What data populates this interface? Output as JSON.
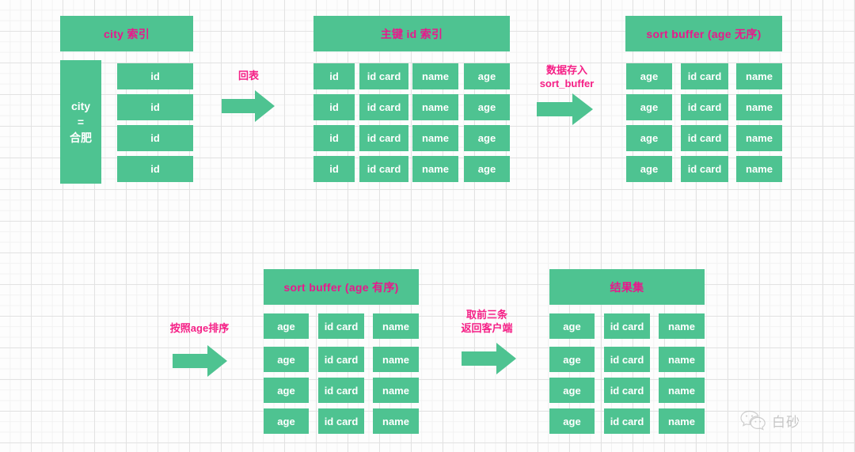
{
  "theme": {
    "box_fill": "#4ec391",
    "title_text_color": "#e8188c",
    "cell_text_color": "#ffffff",
    "arrow_color": "#4ec391",
    "arrow_label_color": "#f51f86",
    "canvas_background": "#fdfdfd",
    "grid_minor_color": "#f2f2f2",
    "grid_major_color": "#e2e2e2"
  },
  "diagram": {
    "sections": [
      {
        "id": "city-index",
        "title": "city 索引",
        "side_label": "city\n=\n合肥",
        "columns": [
          "id"
        ],
        "rows": [
          [
            "id"
          ],
          [
            "id"
          ],
          [
            "id"
          ],
          [
            "id"
          ]
        ]
      },
      {
        "id": "primary-id-index",
        "title": "主键 id 索引",
        "columns": [
          "id",
          "id card",
          "name",
          "age"
        ],
        "rows": [
          [
            "id",
            "id card",
            "name",
            "age"
          ],
          [
            "id",
            "id card",
            "name",
            "age"
          ],
          [
            "id",
            "id card",
            "name",
            "age"
          ],
          [
            "id",
            "id card",
            "name",
            "age"
          ]
        ]
      },
      {
        "id": "sort-buffer-unsorted",
        "title": "sort buffer (age 无序)",
        "columns": [
          "age",
          "id card",
          "name"
        ],
        "rows": [
          [
            "age",
            "id card",
            "name"
          ],
          [
            "age",
            "id card",
            "name"
          ],
          [
            "age",
            "id card",
            "name"
          ],
          [
            "age",
            "id card",
            "name"
          ]
        ]
      },
      {
        "id": "sort-buffer-sorted",
        "title": "sort buffer (age 有序)",
        "columns": [
          "age",
          "id card",
          "name"
        ],
        "rows": [
          [
            "age",
            "id card",
            "name"
          ],
          [
            "age",
            "id card",
            "name"
          ],
          [
            "age",
            "id card",
            "name"
          ],
          [
            "age",
            "id card",
            "name"
          ]
        ]
      },
      {
        "id": "result-set",
        "title": "结果集",
        "columns": [
          "age",
          "id card",
          "name"
        ],
        "rows": [
          [
            "age",
            "id card",
            "name"
          ],
          [
            "age",
            "id card",
            "name"
          ],
          [
            "age",
            "id card",
            "name"
          ],
          [
            "age",
            "id card",
            "name"
          ]
        ]
      }
    ],
    "arrows": [
      {
        "id": "back-to-table",
        "label": "回表"
      },
      {
        "id": "store-into-sort-buffer",
        "label": "数据存入\nsort_buffer"
      },
      {
        "id": "sort-by-age",
        "label": "按照age排序"
      },
      {
        "id": "return-top-three",
        "label": "取前三条\n返回客户端"
      }
    ]
  },
  "watermark": {
    "icon": "wechat-icon",
    "text": "白砂"
  }
}
